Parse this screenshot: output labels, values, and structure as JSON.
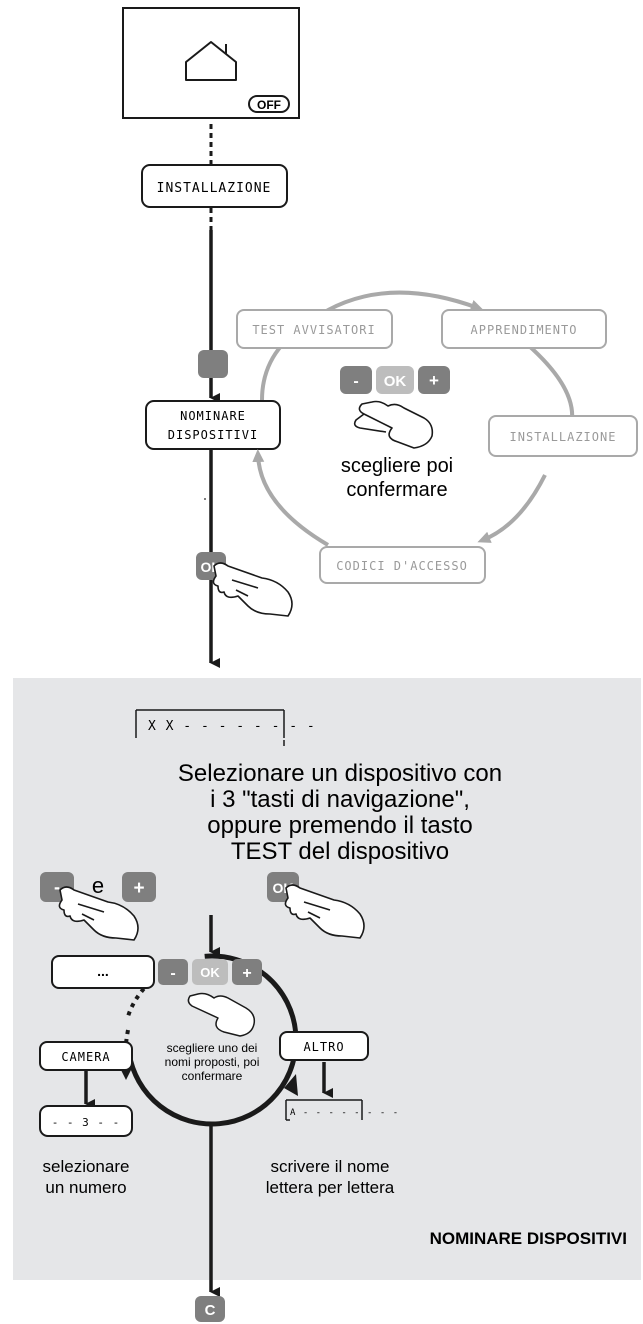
{
  "device": {
    "off_label": "OFF"
  },
  "menu": {
    "installazione": "INSTALLAZIONE",
    "nominare_line1": "NOMINARE",
    "nominare_line2": "DISPOSITIVI"
  },
  "cycle": {
    "test_avvisatori": "TEST AVVISATORI",
    "apprendimento": "APPRENDIMENTO",
    "installazione": "INSTALLAZIONE",
    "codici_accesso": "CODICI D'ACCESSO",
    "hint_line1": "scegliere poi",
    "hint_line2": "confermare"
  },
  "keys": {
    "minus": "-",
    "ok": "OK",
    "plus": "+",
    "and": "e",
    "c": "C"
  },
  "section": {
    "display": "X X - - - - - - - -",
    "instruction_line1": "Selezionare un dispositivo con",
    "instruction_line2": "i 3 \"tasti di navigazione\",",
    "instruction_line3": "oppure premendo il tasto",
    "instruction_line4": "TEST del dispositivo",
    "ellipsis": "...",
    "camera": "CAMERA",
    "number_display": "- - 3 - -",
    "altro": "ALTRO",
    "letter_display": "A - - - - - - - -",
    "inner_hint_line1": "scegliere uno dei",
    "inner_hint_line2": "nomi proposti, poi",
    "inner_hint_line3": "confermare",
    "select_number_line1": "selezionare",
    "select_number_line2": "un numero",
    "write_name_line1": "scrivere il nome",
    "write_name_line2": "lettera per lettera",
    "title": "NOMINARE DISPOSITIVI"
  },
  "colors": {
    "panel_bg": "#e5e6e8",
    "cycle_gray": "#a9a9a9",
    "key_dark": "#7f7f7f",
    "key_light": "#bdbdbd"
  }
}
